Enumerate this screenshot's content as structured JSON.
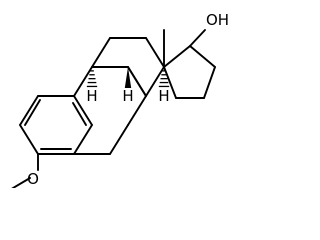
{
  "labels": {
    "hydroxyl": "OH",
    "methoxy_oxygen": "O",
    "stereo_h_8": "H",
    "stereo_h_9": "H",
    "stereo_h_14": "H"
  },
  "colors": {
    "bond": "#000000",
    "text": "#000000",
    "background": "#ffffff"
  }
}
